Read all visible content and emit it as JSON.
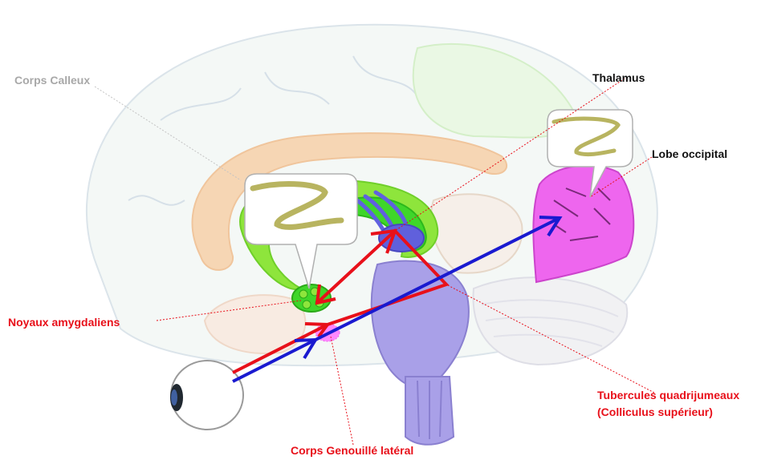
{
  "labels": {
    "corps_calleux": "Corps Calleux",
    "thalamus": "Thalamus",
    "lobe_occipital": "Lobe occipital",
    "noyaux_amygdaliens": "Noyaux amygdaliens",
    "tubercules_line1": "Tubercules quadrijumeaux",
    "tubercules_line2": "(Colliculus supérieur)",
    "corps_genouille": "Corps Genouillé latéral"
  },
  "colors": {
    "label_red": "#e8101a",
    "label_black": "#111111",
    "label_gray": "#a8a8a8",
    "pathway_red": "#e8101a",
    "pathway_blue": "#1a1ad0",
    "occipital": "#ee66ee",
    "limbic_green": "#8ee53c",
    "brainstem": "#a9a0e8",
    "corpus_callosum": "#f6d6b4"
  },
  "icons": {
    "eye": "eye-icon",
    "snake_large": "snake-icon",
    "snake_small": "snake-icon"
  }
}
